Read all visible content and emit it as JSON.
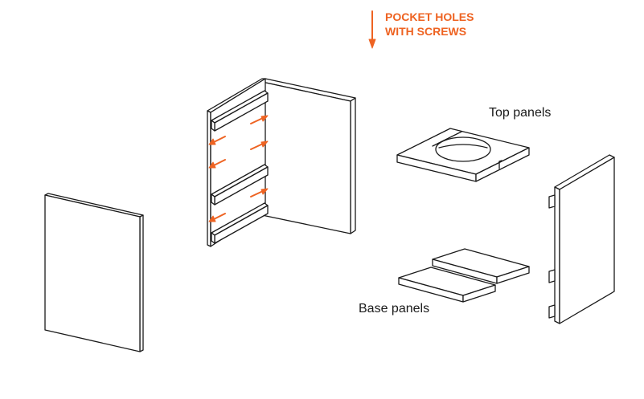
{
  "annotation": {
    "line1": "POCKET HOLES",
    "line2": "WITH  SCREWS",
    "color": "#ee6322"
  },
  "labels": {
    "top_panels": "Top panels",
    "base_panels": "Base panels"
  },
  "colors": {
    "stroke": "#1a1a1a",
    "fill": "#ffffff",
    "arrow": "#ee6322"
  }
}
